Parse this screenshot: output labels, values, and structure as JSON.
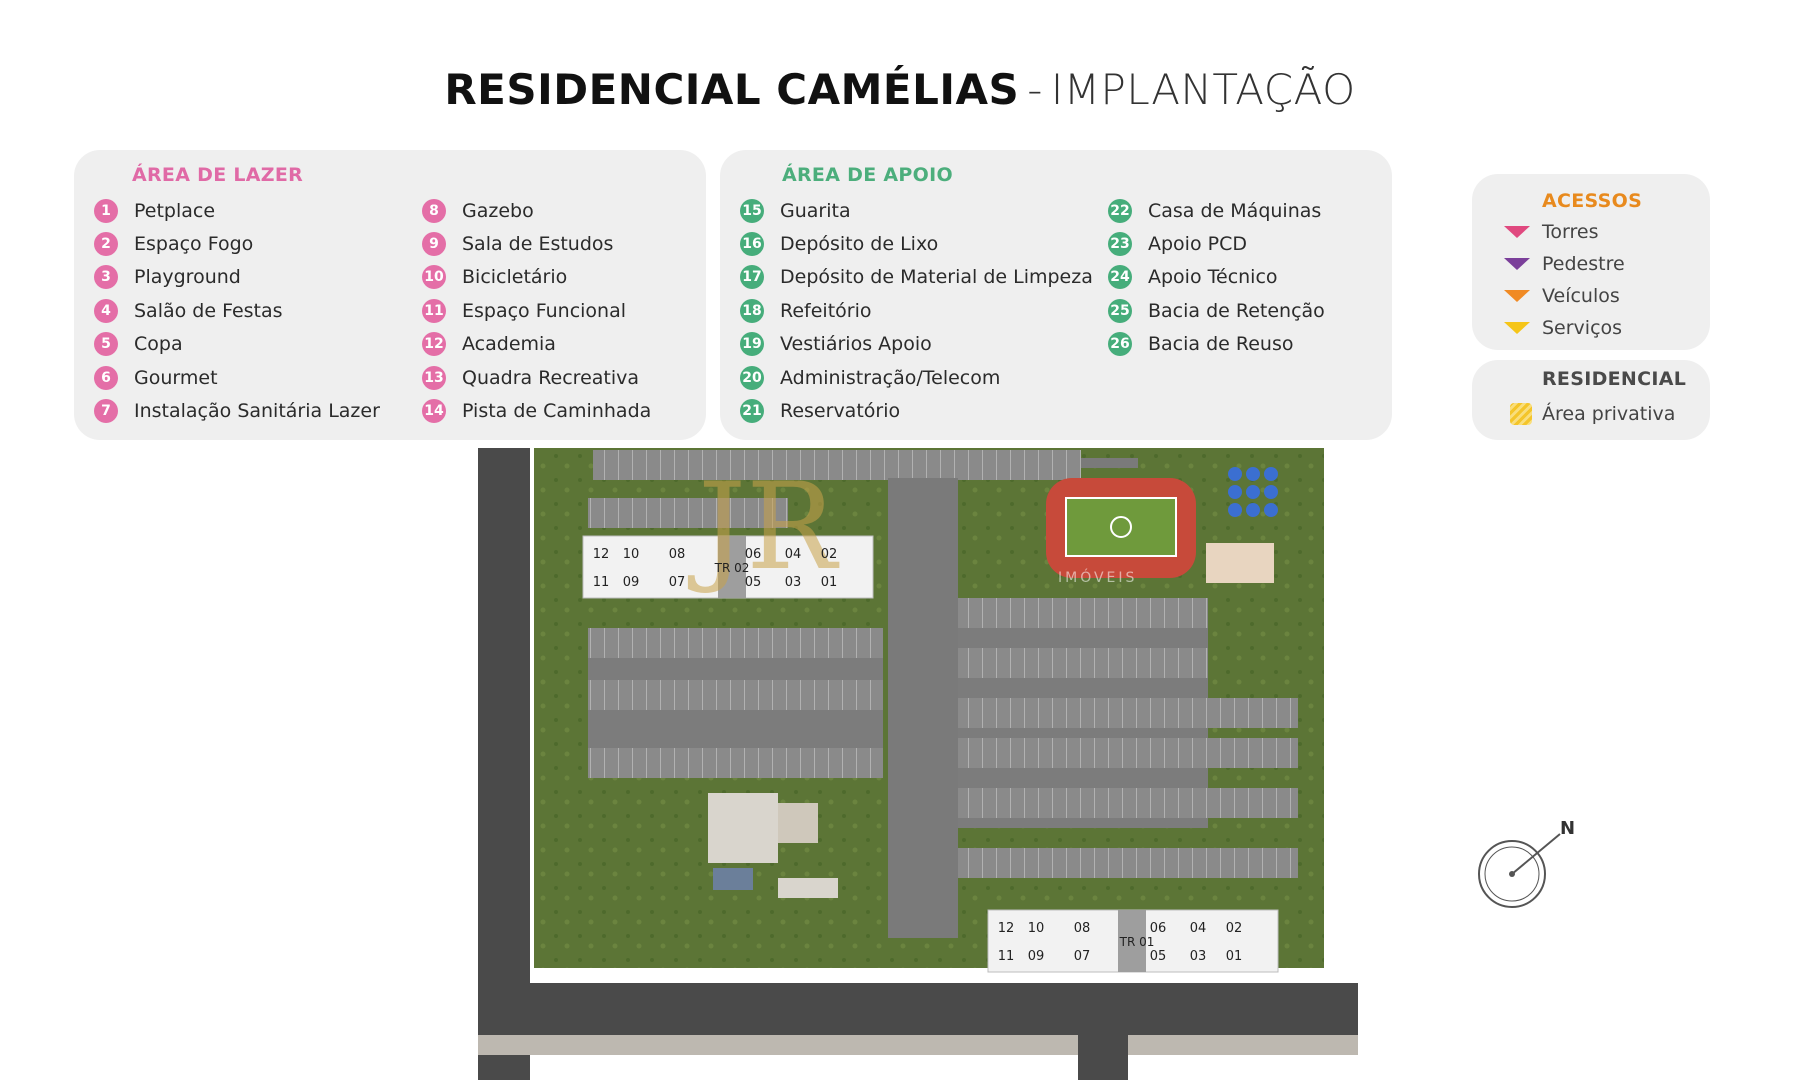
{
  "title": {
    "main": "RESIDENCIAL CAMÉLIAS",
    "separator": "-",
    "sub": "IMPLANTAÇÃO"
  },
  "area_lazer": {
    "heading": "ÁREA DE LAZER",
    "color": "#e46ea7",
    "items": [
      {
        "num": "1",
        "label": "Petplace"
      },
      {
        "num": "2",
        "label": "Espaço Fogo"
      },
      {
        "num": "3",
        "label": "Playground"
      },
      {
        "num": "4",
        "label": "Salão de Festas"
      },
      {
        "num": "5",
        "label": "Copa"
      },
      {
        "num": "6",
        "label": "Gourmet"
      },
      {
        "num": "7",
        "label": "Instalação Sanitária Lazer"
      },
      {
        "num": "8",
        "label": "Gazebo"
      },
      {
        "num": "9",
        "label": "Sala de Estudos"
      },
      {
        "num": "10",
        "label": "Bicicletário"
      },
      {
        "num": "11",
        "label": "Espaço Funcional"
      },
      {
        "num": "12",
        "label": "Academia"
      },
      {
        "num": "13",
        "label": "Quadra Recreativa"
      },
      {
        "num": "14",
        "label": "Pista de Caminhada"
      }
    ]
  },
  "area_apoio": {
    "heading": "ÁREA DE APOIO",
    "color": "#46ad7b",
    "items": [
      {
        "num": "15",
        "label": "Guarita"
      },
      {
        "num": "16",
        "label": "Depósito de Lixo"
      },
      {
        "num": "17",
        "label": "Depósito de Material de Limpeza"
      },
      {
        "num": "18",
        "label": "Refeitório"
      },
      {
        "num": "19",
        "label": "Vestiários Apoio"
      },
      {
        "num": "20",
        "label": "Administração/Telecom"
      },
      {
        "num": "21",
        "label": "Reservatório"
      },
      {
        "num": "22",
        "label": "Casa de Máquinas"
      },
      {
        "num": "23",
        "label": "Apoio PCD"
      },
      {
        "num": "24",
        "label": "Apoio Técnico"
      },
      {
        "num": "25",
        "label": "Bacia de Retenção"
      },
      {
        "num": "26",
        "label": "Bacia de Reuso"
      }
    ]
  },
  "acessos": {
    "heading": "ACESSOS",
    "items": [
      {
        "label": "Torres",
        "color": "#e0497f"
      },
      {
        "label": "Pedestre",
        "color": "#7b3f9a"
      },
      {
        "label": "Veículos",
        "color": "#f08a24"
      },
      {
        "label": "Serviços",
        "color": "#f5c518"
      }
    ]
  },
  "residencial": {
    "heading": "RESIDENCIAL",
    "item": "Área privativa",
    "color": "#f4c52a"
  },
  "map": {
    "tower_02": {
      "label": "TR 02",
      "top_units": [
        "12",
        "10",
        "08",
        "06",
        "04",
        "02"
      ],
      "bottom_units": [
        "11",
        "09",
        "07",
        "05",
        "03",
        "01"
      ]
    },
    "tower_01": {
      "label": "TR 01",
      "top_units": [
        "12",
        "10",
        "08",
        "06",
        "04",
        "02"
      ],
      "bottom_units": [
        "11",
        "09",
        "07",
        "05",
        "03",
        "01"
      ]
    },
    "watermark": "IMÓVEIS"
  },
  "compass": {
    "label": "N"
  }
}
